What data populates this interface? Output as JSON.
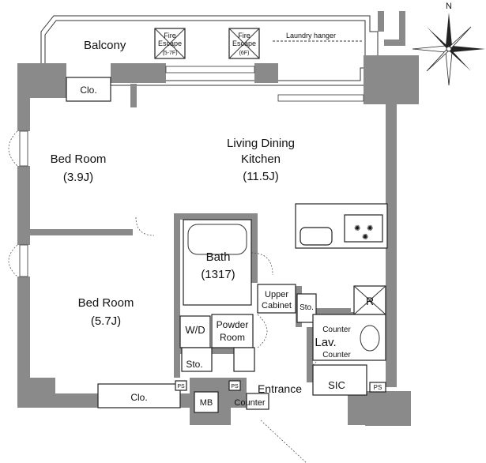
{
  "rooms": {
    "balcony": "Balcony",
    "fire_escape_1": {
      "label": "Fire\nEscape",
      "sub": "(5-7F)"
    },
    "fire_escape_2": {
      "label": "Fire\nEscape",
      "sub": "(6F)"
    },
    "laundry": "Laundry hanger",
    "clo_top": "Clo.",
    "bed1": {
      "name": "Bed Room",
      "size": "(3.9J)"
    },
    "ldk": {
      "name_line1": "Living Dining",
      "name_line2": "Kitchen",
      "size": "(11.5J)"
    },
    "bath": {
      "name": "Bath",
      "size": "(1317)"
    },
    "upper_cabinet": {
      "line1": "Upper",
      "line2": "Cabinet"
    },
    "sto_small": "Sto.",
    "fridge": "R",
    "wd": "W/D",
    "powder": {
      "line1": "Powder",
      "line2": "Room"
    },
    "counter1": "Counter",
    "lav": "Lav.",
    "counter2": "Counter",
    "bed2": {
      "name": "Bed Room",
      "size": "(5.7J)"
    },
    "sto_mid": "Sto.",
    "clo_bottom": "Clo.",
    "ps1": "PS",
    "ps2": "PS",
    "ps3": "PS",
    "mb": "MB",
    "entrance": "Entrance",
    "counter3": "Counter",
    "sic": "SIC"
  },
  "compass": {
    "north": "N"
  },
  "colors": {
    "wall": "#8a8a8a",
    "line": "#333333"
  }
}
